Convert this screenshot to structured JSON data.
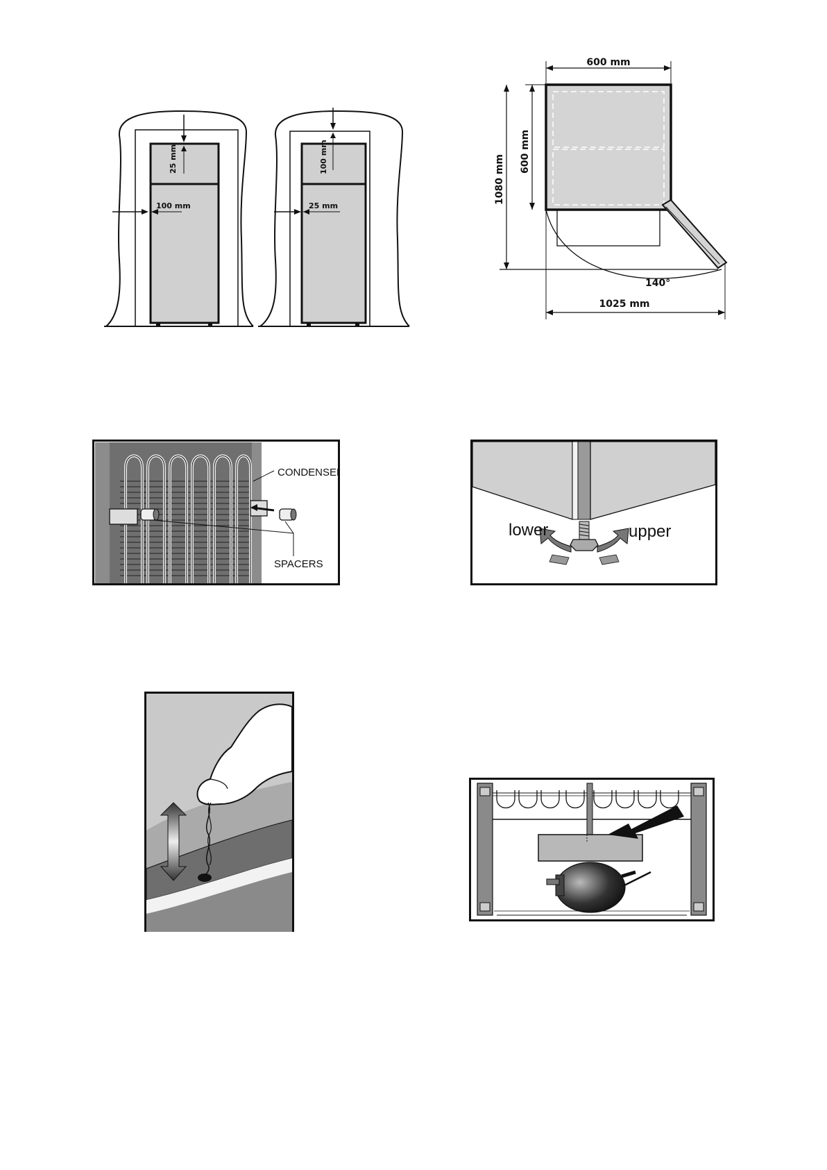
{
  "fig_clearance": {
    "left": {
      "top_gap": "25 mm",
      "side_gap": "100 mm"
    },
    "right": {
      "top_gap": "100 mm",
      "side_gap": "25 mm"
    }
  },
  "fig_dimensions": {
    "width": "600 mm",
    "depth": "600 mm",
    "height_open": "1080 mm",
    "angle": "140°",
    "total_width": "1025 mm"
  },
  "fig_condenser": {
    "condenser_label": "CONDENSER",
    "spacers_label": "SPACERS"
  },
  "fig_feet": {
    "lower_label": "lower",
    "upper_label": "upper"
  },
  "fig_drain": {},
  "fig_compressor": {}
}
